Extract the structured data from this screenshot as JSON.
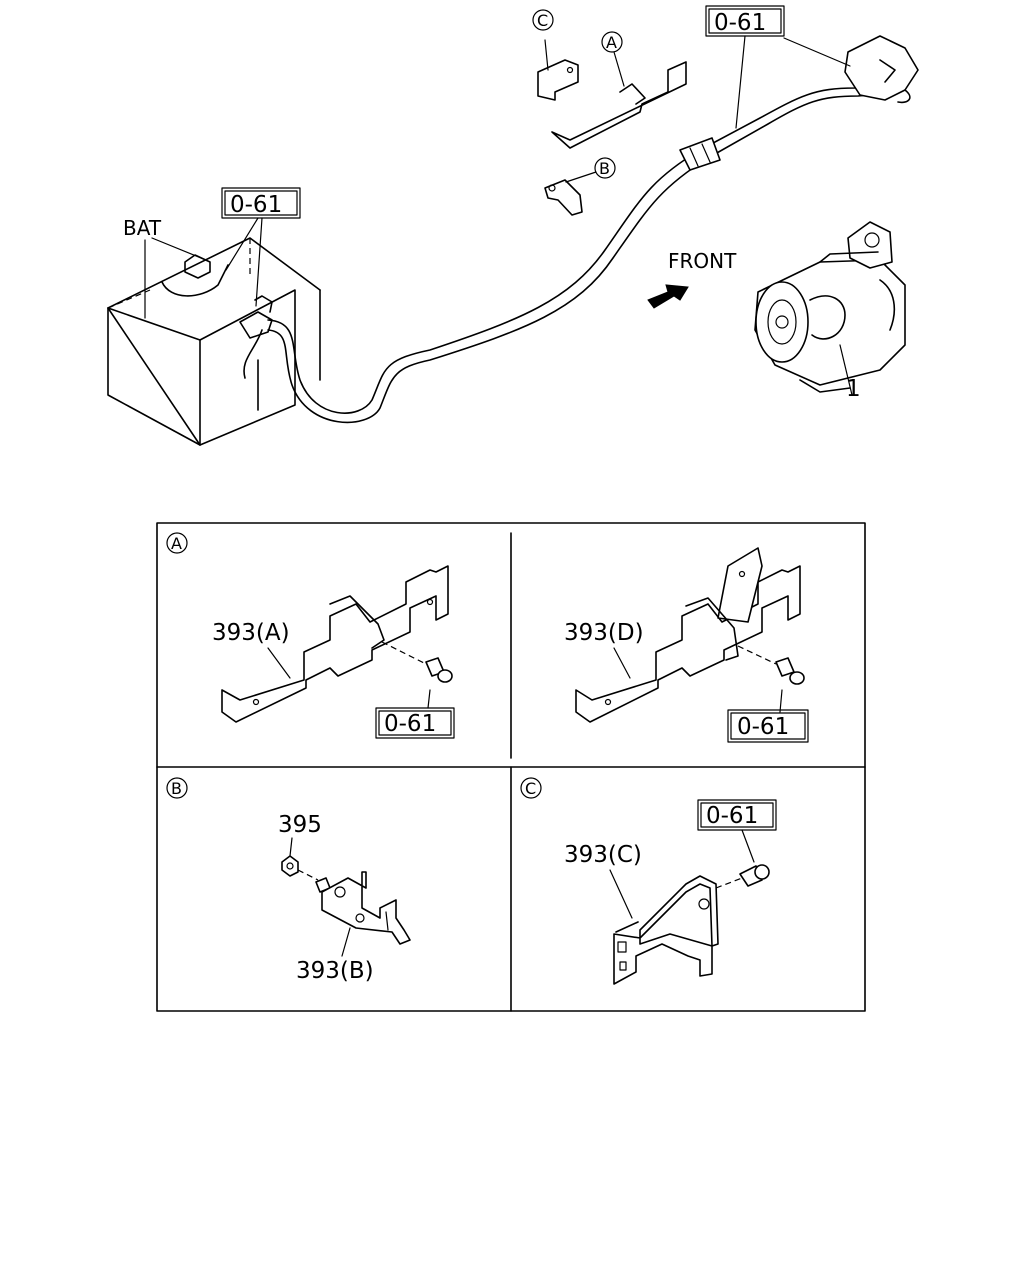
{
  "labels": {
    "bat": "BAT",
    "front": "FRONT",
    "starter_ref": "1",
    "callout_a": "A",
    "callout_b": "B",
    "callout_c": "C",
    "ref_0_61": "0-61",
    "part_393a": "393(A)",
    "part_393d": "393(D)",
    "part_393b": "393(B)",
    "part_393c": "393(C)",
    "part_395": "395"
  }
}
